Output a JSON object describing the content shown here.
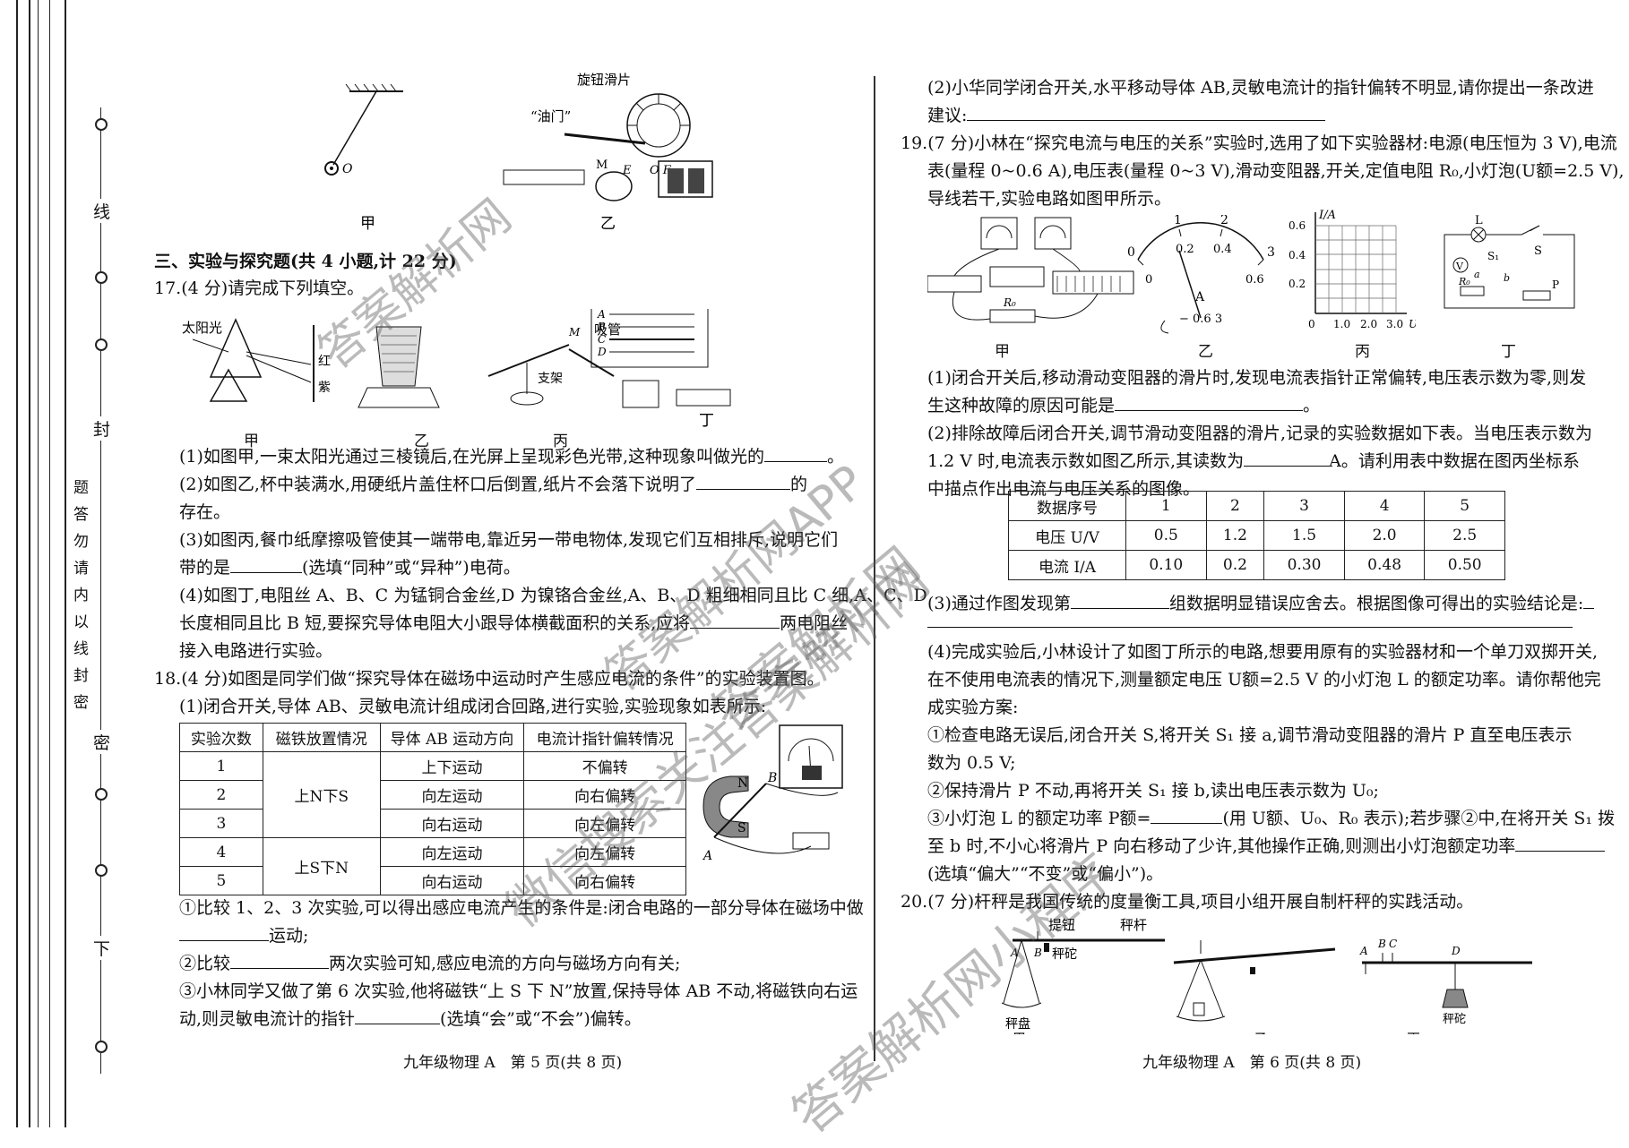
{
  "binding": {
    "marks": [
      "线",
      "封",
      "密"
    ],
    "notice": [
      "题",
      "答",
      "勿",
      "请",
      "内",
      "以",
      "线",
      "封",
      "密"
    ],
    "bottom": "下"
  },
  "fig16": {
    "jia": "甲",
    "yi": "乙",
    "knob": "旋钮滑片",
    "youmen": "“油门”",
    "o": "O",
    "e": "E",
    "of": "O F",
    "m": "M"
  },
  "section3": {
    "title": "三、实验与探究题(共 4 小题,计 22 分)"
  },
  "q17": {
    "stem": "17.(4 分)请完成下列填空。",
    "fig": {
      "sunlight": "太阳光",
      "red": "红",
      "purple": "紫",
      "jia": "甲",
      "yi": "乙",
      "bing": "丙",
      "ding": "丁",
      "straw": "吸管",
      "stand": "支架",
      "abcd": [
        "A",
        "B",
        "C",
        "D"
      ],
      "m": "M"
    },
    "p1": "(1)如图甲,一束太阳光通过三棱镜后,在光屏上呈现彩色光带,这种现象叫做光的",
    "p1_end": "。",
    "p2": "(2)如图乙,杯中装满水,用硬纸片盖住杯口后倒置,纸片不会落下说明了",
    "p2_end": "的",
    "p2b": "存在。",
    "p3": "(3)如图丙,餐巾纸摩擦吸管使其一端带电,靠近另一带电物体,发现它们互相排斥,说明它们",
    "p3b_a": "带的是",
    "p3b_b": "(选填“同种”或“异种”)电荷。",
    "p4": "(4)如图丁,电阻丝 A、B、C 为锰铜合金丝,D 为镍铬合金丝,A、B、D 粗细相同且比 C 细,A、C、D",
    "p4b_a": "长度相同且比 B 短,要探究导体电阻大小跟导体横截面积的关系,应将",
    "p4b_b": "两电阻丝",
    "p4c": "接入电路进行实验。"
  },
  "q18": {
    "stem": "18.(4 分)如图是同学们做“探究导体在磁场中运动时产生感应电流的条件”的实验装置图。",
    "p1": "(1)闭合开关,导体 AB、灵敏电流计组成闭合回路,进行实验,实验现象如表所示:",
    "table": {
      "headers": [
        "实验次数",
        "磁铁放置情况",
        "导体 AB 运动方向",
        "电流计指针偏转情况"
      ],
      "rows": [
        [
          "1",
          "上N下S",
          "上下运动",
          "不偏转"
        ],
        [
          "2",
          "",
          "向左运动",
          "向右偏转"
        ],
        [
          "3",
          "",
          "向右运动",
          "向左偏转"
        ],
        [
          "4",
          "上S下N",
          "向左运动",
          "向左偏转"
        ],
        [
          "5",
          "",
          "向右运动",
          "向右偏转"
        ]
      ]
    },
    "fig": {
      "n": "N",
      "s": "S",
      "a": "A",
      "b": "B"
    },
    "c1": "①比较 1、2、3 次实验,可以得出感应电流产生的条件是:闭合电路的一部分导体在磁场中做",
    "c1b": "运动;",
    "c2a": "②比较",
    "c2b": "两次实验可知,感应电流的方向与磁场方向有关;",
    "c3": "③小林同学又做了第 6 次实验,他将磁铁“上 S 下 N”放置,保持导体 AB 不动,将磁铁向右运",
    "c3b_a": "动,则灵敏电流计的指针",
    "c3b_b": "(选填“会”或“不会”)偏转。"
  },
  "q18b": {
    "p2": "(2)小华同学闭合开关,水平移动导体 AB,灵敏电流计的指针偏转不明显,请你提出一条改进",
    "p2b": "建议:"
  },
  "q19": {
    "stem1": "19.(7 分)小林在“探究电流与电压的关系”实验时,选用了如下实验器材:电源(电压恒为 3 V),电流",
    "stem2": "表(量程 0~0.6 A),电压表(量程 0~3 V),滑动变阻器,开关,定值电阻 R₀,小灯泡(U额=2.5 V),",
    "stem3": "导线若干,实验电路如图甲所示。",
    "fig": {
      "jia": "甲",
      "yi": "乙",
      "bing": "丙",
      "ding": "丁",
      "r0": "R₀",
      "meter_top": [
        "0",
        "1",
        "2",
        "3"
      ],
      "meter_bottom": [
        "0",
        "0.2",
        "0.4",
        "0.6"
      ],
      "meter_unit": "A",
      "meter_term": "− 0.6 3",
      "ylabel": "I/A",
      "yticks": [
        "0.6",
        "0.4",
        "0.2"
      ],
      "xticks": [
        "0",
        "1.0",
        "2.0",
        "3.0"
      ],
      "xlabel": "U/V",
      "ding_labels": {
        "l": "L",
        "s": "S",
        "s1": "S₁",
        "v": "V",
        "a": "a",
        "b": "b",
        "r0": "R₀",
        "p": "P"
      }
    },
    "p1": "(1)闭合开关后,移动滑动变阻器的滑片时,发现电流表指针正常偏转,电压表示数为零,则发",
    "p1b_a": "生这种故障的原因可能是",
    "p1b_b": "。",
    "p2": "(2)排除故障后闭合开关,调节滑动变阻器的滑片,记录的实验数据如下表。当电压表示数为",
    "p2b_a": "1.2 V 时,电流表示数如图乙所示,其读数为",
    "p2b_b": "A。请利用表中数据在图丙坐标系",
    "p2c": "中描点作出电流与电压关系的图像。",
    "table": {
      "row_labels": [
        "数据序号",
        "电压 U/V",
        "电流 I/A"
      ],
      "cols": [
        "1",
        "2",
        "3",
        "4",
        "5"
      ],
      "voltage": [
        "0.5",
        "1.2",
        "1.5",
        "2.0",
        "2.5"
      ],
      "current": [
        "0.10",
        "0.2",
        "0.30",
        "0.48",
        "0.50"
      ]
    },
    "p3_a": "(3)通过作图发现第",
    "p3_b": "组数据明显错误应舍去。根据图像可得出的实验结论是:",
    "p4": "(4)完成实验后,小林设计了如图丁所示的电路,想要用原有的实验器材和一个单刀双掷开关,",
    "p4b": "在不使用电流表的情况下,测量额定电压 U额=2.5 V 的小灯泡 L 的额定功率。请你帮他完",
    "p4c": "成实验方案:",
    "s1": "①检查电路无误后,闭合开关 S,将开关 S₁ 接 a,调节滑动变阻器的滑片 P 直至电压表示",
    "s1b": "数为 0.5 V;",
    "s2": "②保持滑片 P 不动,再将开关 S₁ 接 b,读出电压表示数为 U₀;",
    "s3_a": "③小灯泡 L 的额定功率 P额=",
    "s3_b": "(用 U额、U₀、R₀ 表示);若步骤②中,在将开关 S₁ 拨",
    "s3c_a": "至 b 时,不小心将滑片 P 向右移动了少许,其他操作正确,则测出小灯泡额定功率",
    "s3d": "(选填“偏大”“不变”或“偏小”)。"
  },
  "q20": {
    "stem": "20.(7 分)杆秤是我国传统的度量衡工具,项目小组开展自制杆秤的实践活动。",
    "fig": {
      "tiniu": "提钮",
      "gan": "秤杆",
      "tuo": "秤砣",
      "pan": "秤盘",
      "a": "A",
      "b": "B",
      "c": "C",
      "d": "D",
      "jia": "甲",
      "yi": "乙",
      "bing": "丙"
    }
  },
  "footer": {
    "left": "九年级物理 A　第 5 页(共 8 页)",
    "right": "九年级物理 A　第 6 页(共 8 页)"
  },
  "watermarks": [
    "答案解析网",
    "微信搜索关注答案解析网",
    "答案解析网APP",
    "答案解析网小程序"
  ]
}
